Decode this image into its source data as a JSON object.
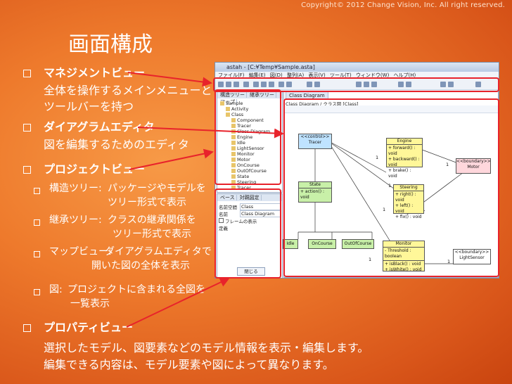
{
  "copyright": "Copyright© 2012 Change Vision, Inc. All right reserved.",
  "title": "画面構成",
  "bullets": [
    {
      "heading": "マネジメントビュー",
      "lines": [
        "全体を操作するメインメニューと",
        "ツールバーを持つ"
      ]
    },
    {
      "heading": "ダイアグラムエディタ",
      "lines": [
        "図を編集するためのエディタ"
      ]
    },
    {
      "heading": "プロジェクトビュー",
      "lines": []
    },
    {
      "heading": "プロパティビュー",
      "lines": [
        "選択したモデル、図要素などのモデル情報を表示・編集します。",
        "編集できる内容は、モデル要素や図によって異なります。"
      ]
    }
  ],
  "sub_bullets": [
    {
      "label": "構造ツリー:",
      "desc1": "パッケージやモデルを",
      "desc2": "ツリー形式で表示"
    },
    {
      "label": "継承ツリー:",
      "desc1": "クラスの継承関係を",
      "desc2": "ツリー形式で表示"
    },
    {
      "label": "マップビュー:",
      "desc1": "ダイアグラムエディタで",
      "desc2": "開いた図の全体を表示"
    },
    {
      "label": "図:",
      "desc1": "プロジェクトに含まれる全図を",
      "desc2": "一覧表示"
    }
  ],
  "app": {
    "window_title": "astah - [C:¥Temp¥Sample.asta]",
    "menu": [
      "ファイル(F)",
      "編集(E)",
      "図(D)",
      "整列(A)",
      "表示(V)",
      "ツール(T)",
      "ウィンドウ(W)",
      "ヘルプ(H)"
    ],
    "tree_tabs": [
      "構造ツリー",
      "継承ツリー",
      "マップ"
    ],
    "tree_items": [
      "Sample",
      "Activity",
      "Class",
      "Component",
      "Tracer",
      "Class Diagram",
      "Engine",
      "Idle",
      "LightSensor",
      "Monitor",
      "Motor",
      "OnCourse",
      "OutOfCourse",
      "State",
      "Steering",
      "Tracer"
    ],
    "prop_tabs": [
      "ベース",
      "対親図定"
    ],
    "prop_rows": [
      {
        "label": "名前空間",
        "value": "Class"
      },
      {
        "label": "名前",
        "value": "Class Diagram"
      },
      {
        "label": "フレームの表示",
        "value": ""
      },
      {
        "label": "定義",
        "value": ""
      }
    ],
    "close_label": "閉じる",
    "diagram_tab": "Class Diagram",
    "diagram_title": "Class Diagram / クラス図 [Class]",
    "classes": {
      "tracer": {
        "stereotype": "<<control>>",
        "name": "Tracer"
      },
      "engine": {
        "name": "Engine",
        "ops": [
          "+ forward() : void",
          "+ backward() : void",
          "+ brake() : void"
        ]
      },
      "motor": {
        "stereotype": "<<boundary>>",
        "name": "Motor"
      },
      "state": {
        "name": "State",
        "ops": [
          "+ action() : void"
        ]
      },
      "steering": {
        "name": "Steering",
        "ops": [
          "+ right() : void",
          "+ left() : void",
          "+ fix() : void"
        ]
      },
      "monitor": {
        "name": "Monitor",
        "attrs": [
          "- Threshold : boolean"
        ],
        "ops": [
          "+ isBlack() : void",
          "+ isWhite() : void"
        ]
      },
      "lightsensor": {
        "stereotype": "<<boundary>>",
        "name": "LightSensor"
      },
      "idle": {
        "name": "Idle"
      },
      "oncourse": {
        "name": "OnCourse"
      },
      "outofcourse": {
        "name": "OutOfCourse"
      }
    },
    "multiplicities": [
      "1",
      "1",
      "1",
      "1",
      "1",
      "1"
    ]
  },
  "colors": {
    "highlight": "#e8232b",
    "class_yellow": "#fff799",
    "class_blue": "#bfe3ff",
    "class_green": "#c8f0a8",
    "class_pink": "#ffd7dc"
  }
}
